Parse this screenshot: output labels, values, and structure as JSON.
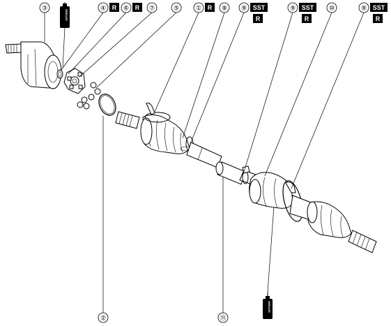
{
  "callouts": [
    {
      "id": "c1",
      "label": "①"
    },
    {
      "id": "c2",
      "label": "②"
    },
    {
      "id": "c3",
      "label": "③"
    },
    {
      "id": "c4",
      "label": "④"
    },
    {
      "id": "c5",
      "label": "⑤"
    },
    {
      "id": "c6",
      "label": "⑥"
    },
    {
      "id": "c7",
      "label": "⑦"
    },
    {
      "id": "c8",
      "label": "⑧"
    },
    {
      "id": "c9a",
      "label": "⑨"
    },
    {
      "id": "c9b",
      "label": "⑨"
    },
    {
      "id": "c9c",
      "label": "⑨"
    },
    {
      "id": "c10",
      "label": "⑩"
    },
    {
      "id": "c11",
      "label": "⑪"
    }
  ],
  "badges": {
    "r": "R",
    "sst": "SST"
  },
  "grease_label": "GREASE",
  "colors": {
    "ink": "#000000",
    "paper": "#ffffff"
  }
}
